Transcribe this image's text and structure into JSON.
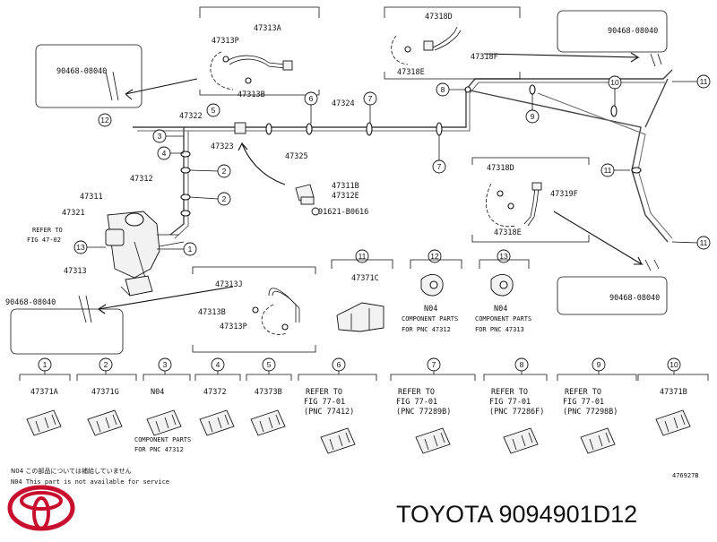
{
  "diagram": {
    "top_labels": {
      "p47313A": "47313A",
      "p47313P_a": "47313P",
      "p47313B_a": "47313B",
      "p47318D_a": "47318D",
      "p47318E_a": "47318E",
      "p47318F": "47318F",
      "p90468_tr": "90468-08040",
      "p90468_tl": "90468-08040",
      "p47322": "47322",
      "p47324": "47324",
      "p47323": "47323",
      "p47325": "47325",
      "p47312": "47312",
      "p47311": "47311",
      "p47321": "47321",
      "p47313": "47313",
      "p47311B": "47311B",
      "p47312E": "47312E",
      "p91621": "91621-B0616",
      "p47318D_b": "47318D",
      "p47319F": "47319F",
      "p47318E_b": "47318E",
      "p90468_br": "90468-08040",
      "p90468_bl": "90468-08040",
      "p47313J": "47313J",
      "p47313B_b": "47313B",
      "p47313P_b": "47313P",
      "p47371C": "47371C",
      "refer_a": "REFER TO",
      "refer_b": "FIG 47-02",
      "n04_a": "N04",
      "n04_a1": "COMPONENT PARTS",
      "n04_a2": "FOR PNC 47312",
      "n04_b": "N04",
      "n04_b1": "COMPONENT PARTS",
      "n04_b2": "FOR PNC 47313"
    },
    "callouts": {
      "c1": "1",
      "c2": "2",
      "c3": "3",
      "c4": "4",
      "c5": "5",
      "c6": "6",
      "c7": "7",
      "c8": "8",
      "c9": "9",
      "c10": "10",
      "c11": "11",
      "c12": "12",
      "c13": "13"
    },
    "legend": [
      {
        "num": "1",
        "part": "47371A"
      },
      {
        "num": "2",
        "part": "47371G"
      },
      {
        "num": "3",
        "part": "N04",
        "line2": "COMPONENT PARTS",
        "line3": "FOR PNC 47312"
      },
      {
        "num": "4",
        "part": "47372"
      },
      {
        "num": "5",
        "part": "47373B"
      },
      {
        "num": "6",
        "part": "REFER TO",
        "line2": "FIG 77-01",
        "line3": "(PNC 77412)"
      },
      {
        "num": "7",
        "part": "REFER TO",
        "line2": "FIG 77-01",
        "line3": "(PNC 77289B)"
      },
      {
        "num": "8",
        "part": "REFER TO",
        "line2": "FIG 77-01",
        "line3": "(PNC 77286F)"
      },
      {
        "num": "9",
        "part": "REFER TO",
        "line2": "FIG 77-01",
        "line3": "(PNC 77298B)"
      },
      {
        "num": "10",
        "part": "47371B"
      }
    ],
    "footnote_jp": "N04 この部品については補給していません",
    "footnote_en": "N04 This part is not available for service",
    "figure_id": "476927B"
  },
  "brand": {
    "title": "TOYOTA 9094901D12"
  }
}
